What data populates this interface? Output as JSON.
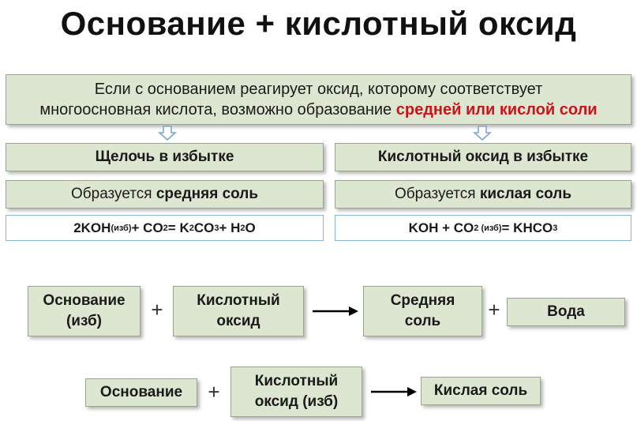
{
  "title": "Основание + кислотный оксид",
  "intro": {
    "line1": "Если с основанием реагирует оксид, которому соответствует",
    "line2_plain": "многоосновная кислота, возможно образование ",
    "line2_highlight": "средней или кислой соли",
    "highlight_color": "#c8141a"
  },
  "left_column": {
    "header": "Щелочь в избытке",
    "result_plain": "Образуется ",
    "result_bold": "средняя соль",
    "equation": {
      "p1": "2KOH",
      "sub1": "(изб)",
      "p2": " + CO",
      "sub2": "2",
      "p3": " = K",
      "sub3": "2",
      "p4": "CO",
      "sub4": "3",
      "p5": " + H",
      "sub5": "2",
      "p6": "O"
    }
  },
  "right_column": {
    "header": "Кислотный оксид в избытке",
    "result_plain": "Образуется ",
    "result_bold": "кислая соль",
    "equation": {
      "p1": "KOH + CO",
      "sub1": "2 (изб)",
      "p2": " = KHCO",
      "sub2": "3"
    }
  },
  "scheme1": {
    "reactant1_line1": "Основание",
    "reactant1_line2": "(изб)",
    "plus1": "+",
    "reactant2_line1": "Кислотный",
    "reactant2_line2": "оксид",
    "product1_line1": "Средняя",
    "product1_line2": "соль",
    "plus2": "+",
    "product2": "Вода"
  },
  "scheme2": {
    "reactant1": "Основание",
    "plus": "+",
    "reactant2_line1": "Кислотный",
    "reactant2_line2": "оксид (изб)",
    "product": "Кислая соль"
  },
  "colors": {
    "box_fill": "#dde6d0",
    "box_border": "#9aa58c",
    "equation_border": "#8bb3d8",
    "arrow": "#7fa6cf"
  }
}
